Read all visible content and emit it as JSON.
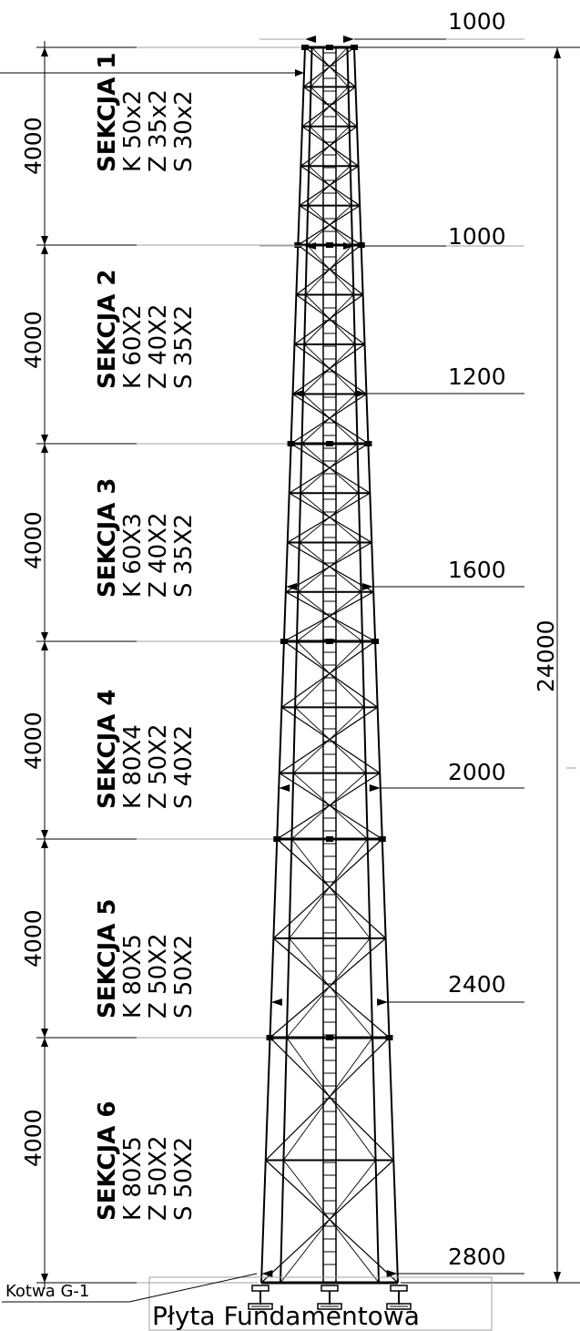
{
  "sections": [
    {
      "title": "SEKCJA 1",
      "k": "K 50x2",
      "z": "Z 35x2",
      "s": "S 30x2",
      "height": "4000"
    },
    {
      "title": "SEKCJA 2",
      "k": "K 60X2",
      "z": "Z 40X2",
      "s": "S 35X2",
      "height": "4000"
    },
    {
      "title": "SEKCJA 3",
      "k": "K 60X3",
      "z": "Z 40X2",
      "s": "S 35X2",
      "height": "4000"
    },
    {
      "title": "SEKCJA 4",
      "k": "K 80X4",
      "z": "Z 50X2",
      "s": "S 40X2",
      "height": "4000"
    },
    {
      "title": "SEKCJA 5",
      "k": "K 80X5",
      "z": "Z 50X2",
      "s": "S 50X2",
      "height": "4000"
    },
    {
      "title": "SEKCJA 6",
      "k": "K 80X5",
      "z": "Z 50X2",
      "s": "S 50X2",
      "height": "4000"
    }
  ],
  "widths": [
    "1000",
    "1000",
    "1200",
    "1600",
    "2000",
    "2400",
    "2800"
  ],
  "total_height": "24000",
  "anchor_label": "Kotwa G-1",
  "foundation_label": "Płyta Fundamentowa",
  "colors": {
    "line": "#000000",
    "extension": "#a0a0a0"
  }
}
